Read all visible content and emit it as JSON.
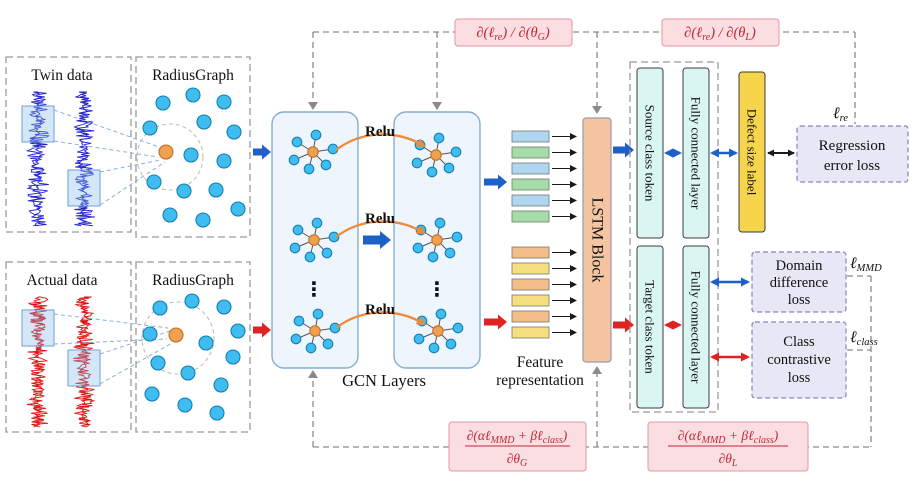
{
  "diagram": {
    "panels": {
      "twin": {
        "title": "Twin data"
      },
      "actual": {
        "title": "Actual data"
      },
      "radius_top": {
        "title": "RadiusGraph"
      },
      "radius_bottom": {
        "title": "RadiusGraph"
      }
    },
    "gcn": {
      "label": "GCN Layers",
      "relu": "Relu",
      "ellipsis": "⋮"
    },
    "features": {
      "label1": "Feature",
      "label2": "representation",
      "bar_colors": [
        "#aed6f0",
        "#a6dca6",
        "#aed6f0",
        "#a6dca6",
        "#aed6f0",
        "#a6dca6",
        "#f2bd88",
        "#f5e07d",
        "#f2bd88",
        "#f5e07d",
        "#f2bd88",
        "#f5e07d"
      ]
    },
    "lstm": {
      "label": "LSTM Block"
    },
    "heads": {
      "source_token": "Source class token",
      "target_token": "Target class token",
      "fc_top": "Fully connected layer",
      "fc_bottom": "Fully connected layer",
      "defect": "Defect size label"
    },
    "losses": {
      "regression": {
        "l1": "Regression",
        "l2": "error loss",
        "sym": "ℓ",
        "sub": "re"
      },
      "domain": {
        "l1": "Domain",
        "l2": "difference",
        "l3": "loss",
        "sym": "ℓ",
        "sub": "MMD"
      },
      "contrastive": {
        "l1": "Class",
        "l2": "contrastive",
        "l3": "loss",
        "sym": "ℓ",
        "sub": "class"
      }
    },
    "gradients": {
      "top_g": {
        "p1": "∂(ℓ",
        "s1": "re",
        "p2": ") / ∂(θ",
        "s2": "G",
        "p3": ")"
      },
      "top_l": {
        "p1": "∂(ℓ",
        "s1": "re",
        "p2": ") / ∂(θ",
        "s2": "L",
        "p3": ")"
      },
      "bot_g": {
        "n1": "∂(αℓ",
        "ns1": "MMD",
        "n2": " + βℓ",
        "ns2": "class",
        "n3": ")",
        "d": "∂θ",
        "ds": "G"
      },
      "bot_l": {
        "n1": "∂(αℓ",
        "ns1": "MMD",
        "n2": " + βℓ",
        "ns2": "class",
        "n3": ")",
        "d": "∂θ",
        "ds": "L"
      }
    },
    "colors": {
      "node_cyan": "#3fbdf0",
      "node_orange": "#f0a050",
      "arrow_blue": "#1e5fc8",
      "arrow_red": "#e02222",
      "signal_blue": "#2222cc",
      "signal_red": "#dd1111",
      "gcn_fill": "#eef5fc",
      "lstm_fill": "#f4c5a0",
      "token_fill": "#d9f6f3",
      "defect_fill": "#f6d44c",
      "loss_fill": "#e7e7f6",
      "gradient_fill": "#fbdee1",
      "gradient_text": "#c22535",
      "relu_arrow": "#ee8a3a"
    }
  }
}
